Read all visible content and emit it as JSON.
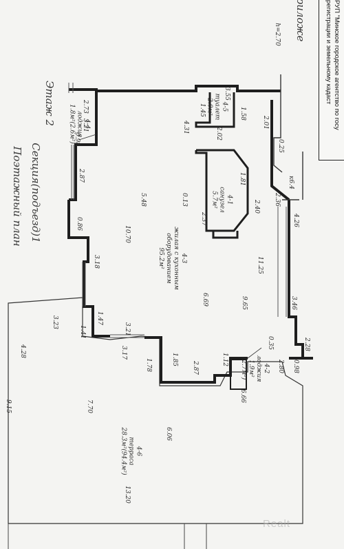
{
  "header": {
    "appendix": "Приложе",
    "title_line1": "Поэтажный план",
    "title_line2": "Секция(подъезд)1",
    "floor": "Этаж 2",
    "height": "h=2.70"
  },
  "stamp": {
    "line1": "РУП \"Минское городское агентство по госу",
    "line2": "регистрации и земельному кадаст"
  },
  "rooms": [
    {
      "id": "r44",
      "l1": "4-4",
      "l2": "лоджия",
      "l3": "1.8м²(2.6м²)"
    },
    {
      "id": "r45",
      "l1": "4-5",
      "l2": "туалет",
      "l3": "2.0м²"
    },
    {
      "id": "r41",
      "l1": "4-1",
      "l2": "санузел",
      "l3": "5.7м²"
    },
    {
      "id": "r43",
      "l1": "4-3",
      "l2": "жилая с кухонным",
      "l3": "оборудованием",
      "l4": "95.2м²"
    },
    {
      "id": "r42",
      "l1": "4-2",
      "l2": "лоджия",
      "l3": "1.9м²",
      "l4": "(2.7м²)"
    },
    {
      "id": "r46",
      "l1": "4-6",
      "l2": "терраса",
      "l3": "28.3м²(94.4м²)"
    }
  ],
  "dims": [
    "2.73",
    "3.21",
    "0.98",
    "2.87",
    "0.86",
    "3.18",
    "10.70",
    "5.48",
    "4.31",
    "1.45",
    "1.58",
    "3.55",
    "2.02",
    "2.01",
    "к6.4",
    "0.13",
    "2.37",
    "1.81",
    "2.40",
    "2.36",
    "0.25",
    "4.26",
    "11.25",
    "6.69",
    "9.65",
    "3.46",
    "2.28",
    "0.35",
    "2.80",
    "0.98",
    "3.23",
    "1.41",
    "1.47",
    "3.21",
    "3.17",
    "1.78",
    "1.85",
    "2.87",
    "1.12",
    "6.66",
    "4.28",
    "9.15",
    "7.70",
    "6.06",
    "13.20"
  ],
  "watermark": "Realt"
}
